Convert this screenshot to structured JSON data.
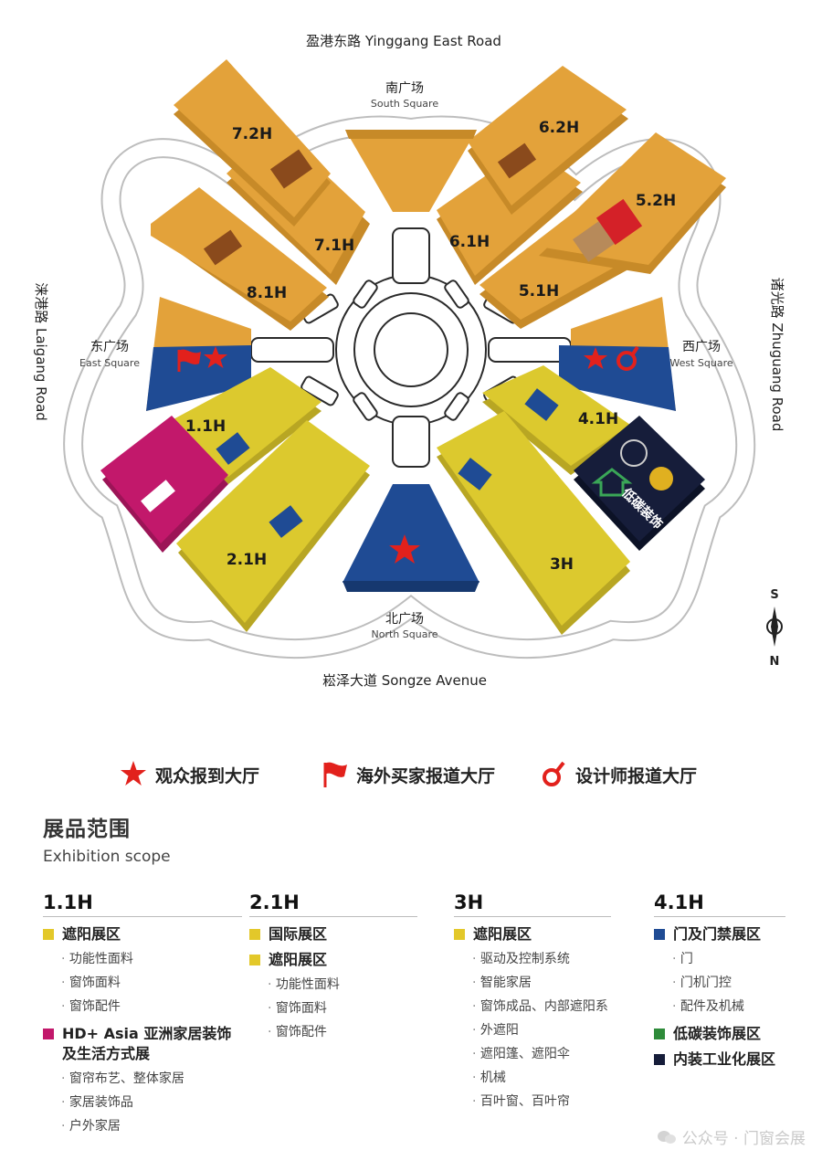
{
  "map": {
    "roads": {
      "north": "盈港东路 Yinggang East Road",
      "south": "崧泽大道 Songze Avenue",
      "west": "涞港路 Laigang Road",
      "east": "诸光路 Zhuguang Road"
    },
    "squares": {
      "south_square": {
        "cn": "南广场",
        "en": "South Square"
      },
      "north_square": {
        "cn": "北广场",
        "en": "North Square"
      },
      "east_square": {
        "cn": "东广场",
        "en": "East Square"
      },
      "west_square": {
        "cn": "西广场",
        "en": "West Square"
      }
    },
    "halls": {
      "h72": "7.2H",
      "h71": "7.1H",
      "h81": "8.1H",
      "h62": "6.2H",
      "h61": "6.1H",
      "h52": "5.2H",
      "h51": "5.1H",
      "h11": "1.1H",
      "h21": "2.1H",
      "h41": "4.1H",
      "h3": "3H"
    },
    "low_carbon_label": "低碳装饰",
    "compass": {
      "s": "S",
      "n": "N"
    },
    "colors": {
      "orange_hall": "#e3a23a",
      "yellow_hall": "#dcc92e",
      "blue_square": "#1f4b94",
      "magenta_hall": "#c2186b",
      "navy_hall": "#161d3a",
      "red_marker": "#e2211c"
    }
  },
  "legend": {
    "visitor": "观众报到大厅",
    "overseas": "海外买家报道大厅",
    "designer": "设计师报道大厅"
  },
  "scope": {
    "title_cn": "展品范围",
    "title_en": "Exhibition scope",
    "columns": [
      {
        "title": "1.1H",
        "categories": [
          {
            "color": "#e3c82a",
            "label": "遮阳展区",
            "items": [
              "功能性面料",
              "窗饰面料",
              "窗饰配件"
            ]
          },
          {
            "color": "#c2186b",
            "label": "HD+ Asia 亚洲家居装饰",
            "label2": "及生活方式展",
            "items": [
              "窗帘布艺、整体家居",
              "家居装饰品",
              "户外家居"
            ]
          }
        ]
      },
      {
        "title": "2.1H",
        "categories": [
          {
            "color": "#e3c82a",
            "label": "国际展区",
            "items": []
          },
          {
            "color": "#e3c82a",
            "label": "遮阳展区",
            "items": [
              "功能性面料",
              "窗饰面料",
              "窗饰配件"
            ]
          }
        ]
      },
      {
        "title": "3H",
        "categories": [
          {
            "color": "#e3c82a",
            "label": "遮阳展区",
            "items": [
              "驱动及控制系统",
              "智能家居",
              "窗饰成品、内部遮阳系",
              "外遮阳",
              "遮阳篷、遮阳伞",
              "机械",
              "百叶窗、百叶帘"
            ]
          }
        ]
      },
      {
        "title": "4.1H",
        "categories": [
          {
            "color": "#1f4b94",
            "label": "门及门禁展区",
            "items": [
              "门",
              "门机门控",
              "配件及机械"
            ]
          },
          {
            "color": "#2e8b3a",
            "label": "低碳装饰展区",
            "items": []
          },
          {
            "color": "#161d3a",
            "label": "内装工业化展区",
            "items": []
          }
        ]
      }
    ]
  },
  "watermark": "公众号 · 门窗会展"
}
